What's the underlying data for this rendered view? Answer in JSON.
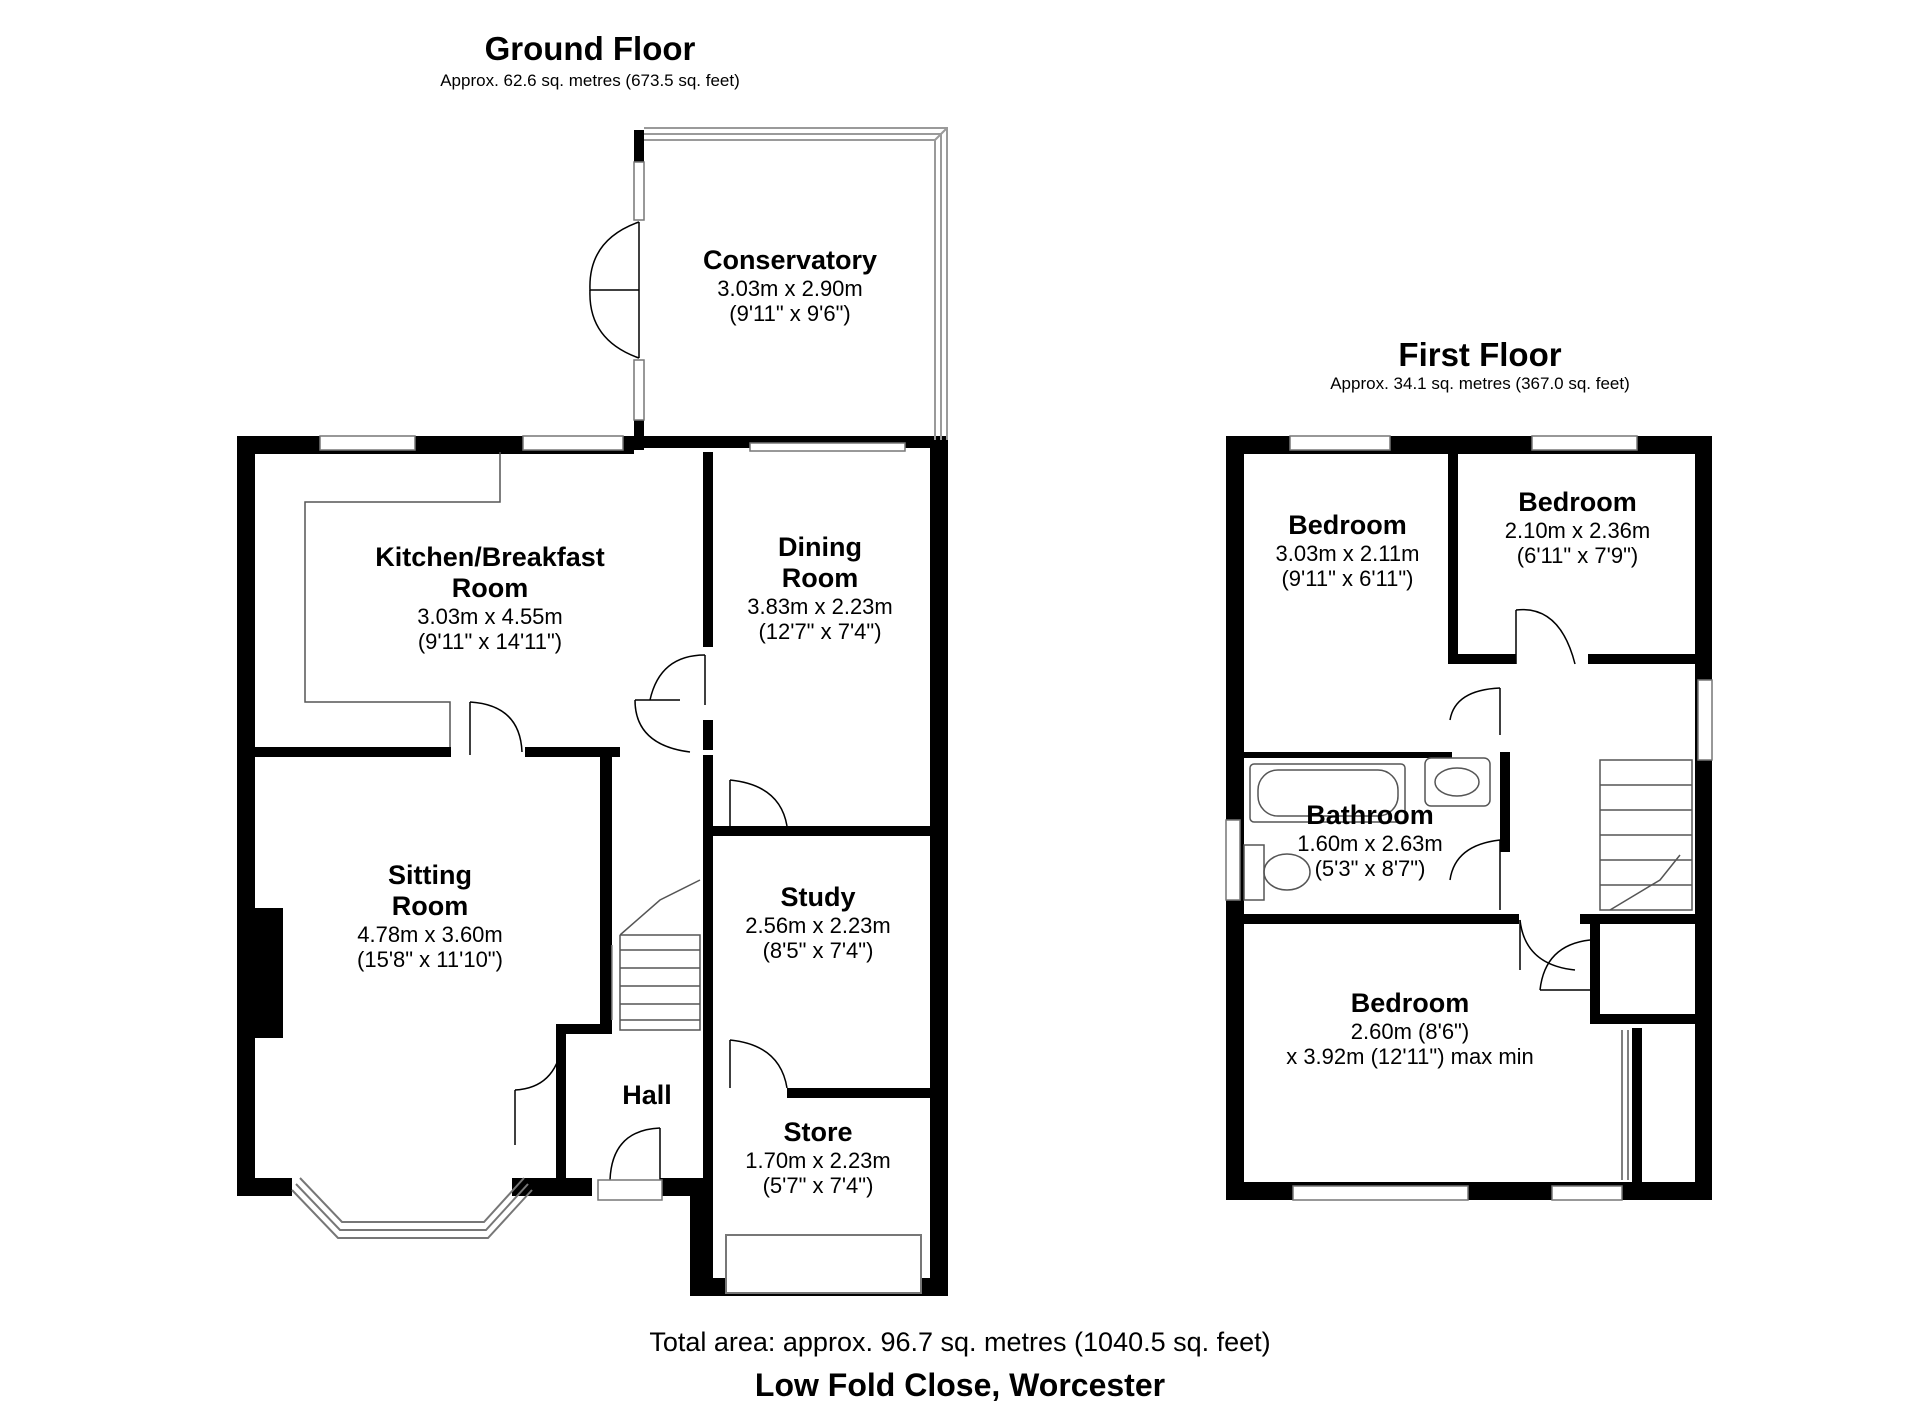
{
  "ground_floor": {
    "title": "Ground Floor",
    "area": "Approx. 62.6 sq. metres (673.5 sq. feet)",
    "rooms": {
      "conservatory": {
        "name": "Conservatory",
        "metric": "3.03m x 2.90m",
        "imperial": "(9'11\" x 9'6\")"
      },
      "kitchen": {
        "name_line1": "Kitchen/Breakfast",
        "name_line2": "Room",
        "metric": "3.03m x 4.55m",
        "imperial": "(9'11\" x 14'11\")"
      },
      "dining": {
        "name_line1": "Dining",
        "name_line2": "Room",
        "metric": "3.83m x 2.23m",
        "imperial": "(12'7\" x 7'4\")"
      },
      "sitting": {
        "name_line1": "Sitting",
        "name_line2": "Room",
        "metric": "4.78m x 3.60m",
        "imperial": "(15'8\" x 11'10\")"
      },
      "study": {
        "name": "Study",
        "metric": "2.56m x 2.23m",
        "imperial": "(8'5\" x 7'4\")"
      },
      "hall": {
        "name": "Hall"
      },
      "store": {
        "name": "Store",
        "metric": "1.70m x 2.23m",
        "imperial": "(5'7\" x 7'4\")"
      }
    }
  },
  "first_floor": {
    "title": "First Floor",
    "area": "Approx. 34.1 sq. metres (367.0 sq. feet)",
    "rooms": {
      "bedroom_left": {
        "name": "Bedroom",
        "metric": "3.03m x 2.11m",
        "imperial": "(9'11\" x 6'11\")"
      },
      "bedroom_right": {
        "name": "Bedroom",
        "metric": "2.10m x 2.36m",
        "imperial": "(6'11\" x 7'9\")"
      },
      "bathroom": {
        "name": "Bathroom",
        "metric": "1.60m x 2.63m",
        "imperial": "(5'3\" x 8'7\")"
      },
      "bedroom_main": {
        "name": "Bedroom",
        "line1": "2.60m (8'6\")",
        "line2": "x 3.92m (12'11\") max min"
      }
    }
  },
  "footer": {
    "total": "Total area: approx. 96.7 sq. metres (1040.5 sq. feet)",
    "address": "Low Fold Close, Worcester"
  },
  "colors": {
    "wall": "#000000",
    "window": "#9a9a9a",
    "background": "#ffffff"
  }
}
